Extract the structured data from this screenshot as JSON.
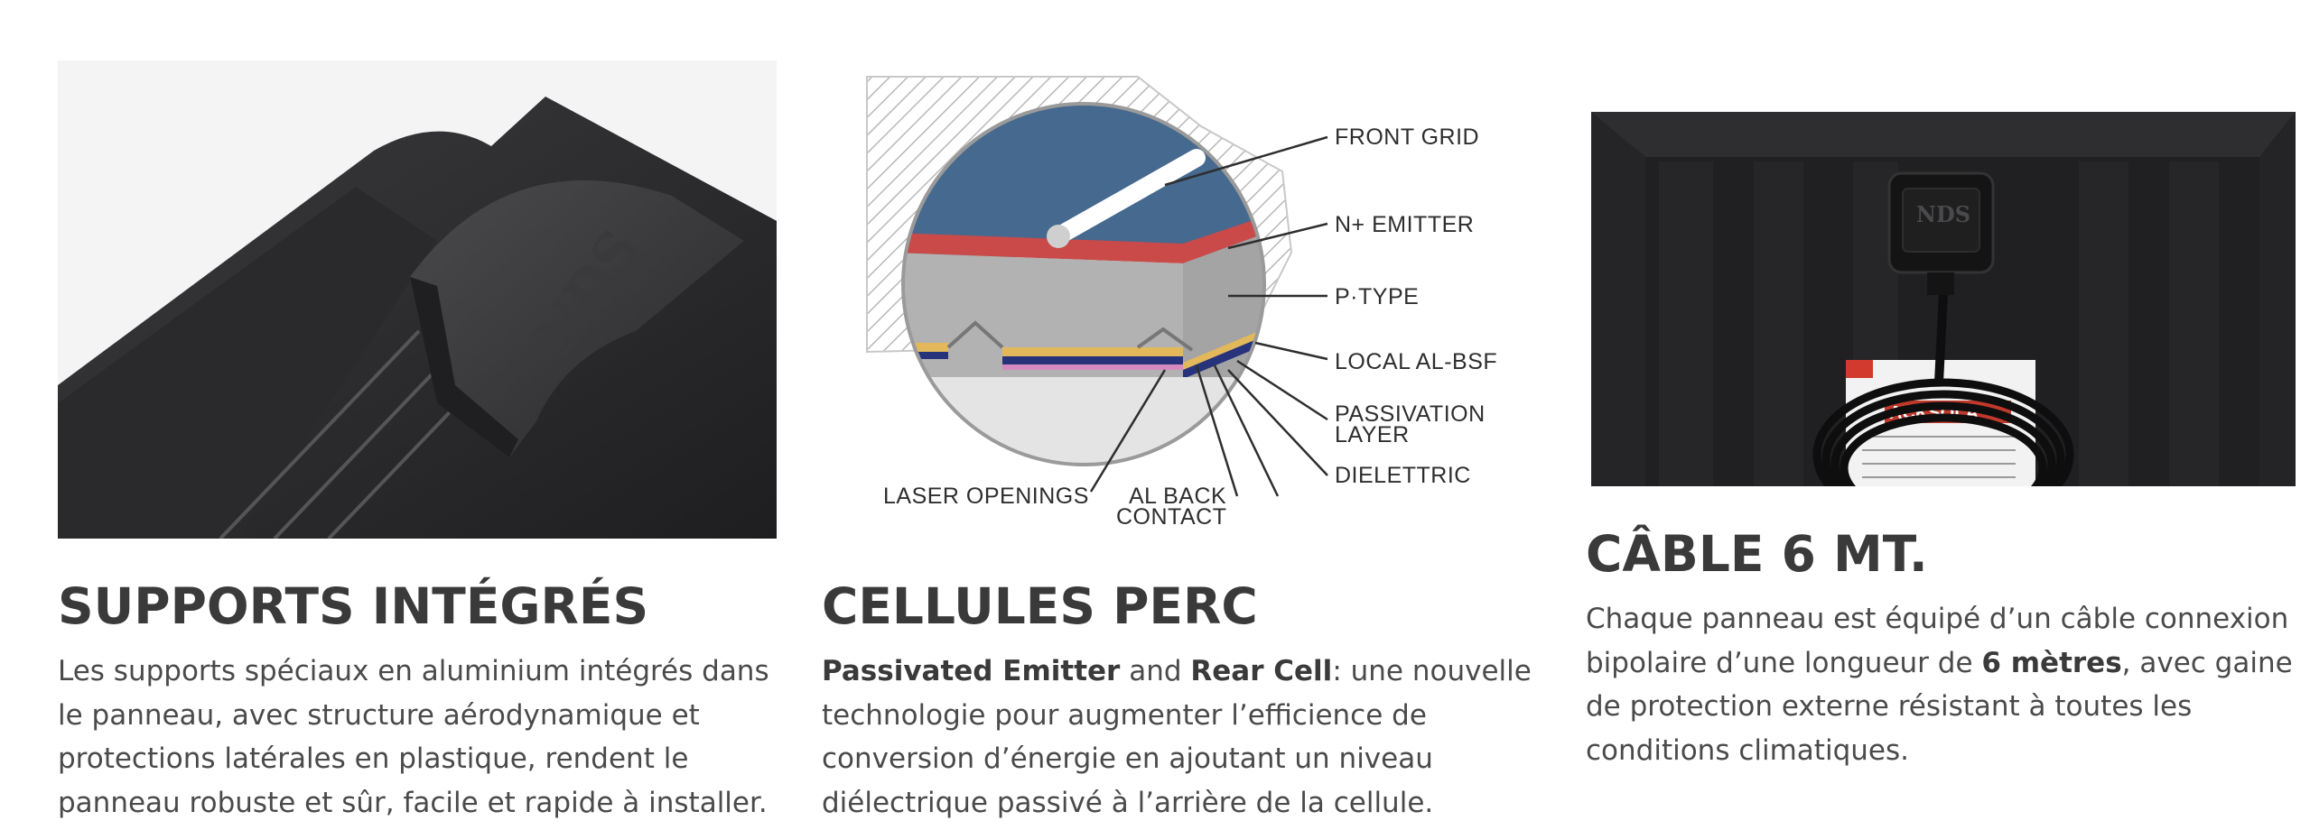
{
  "features": [
    {
      "title": "SUPPORTS INTÉGRÉS",
      "description": "Les supports spéciaux en aluminium intégrés dans le panneau, avec structure aérodynamique et protections latérales en plastique, rendent le panneau robuste et sûr, facile et rapide à installer.",
      "image_logo": "NDS"
    },
    {
      "title": "CELLULES PERC",
      "desc_bold_1": "Passivated Emitter",
      "desc_mid": " and ",
      "desc_bold_2": "Rear Cell",
      "desc_rest": ": une nouvelle technologie pour augmenter l’efficience de conversion d’énergie en ajoutant un niveau diélectrique passivé à l’arrière de la cellule.",
      "diagram_labels": {
        "front_grid": "FRONT GRID",
        "n_emitter": "N+ EMITTER",
        "p_type": "P·TYPE",
        "local_al_bsf": "LOCAL AL-BSF",
        "passivation_1": "PASSIVATION",
        "passivation_2": "LAYER",
        "dielettric": "DIELETTRIC",
        "laser_openings": "LASER OPENINGS",
        "al_back_1": "AL BACK",
        "al_back_2": "CONTACT"
      }
    },
    {
      "title": "CÂBLE 6 MT.",
      "desc_pre": "Chaque panneau est équipé d’un câble connexion bipolaire d’une longueur de ",
      "desc_bold": "6 mètres",
      "desc_post": ", avec gaine de protection externe résistant à toutes les conditions climatiques.",
      "junction_box_logo": "NDS",
      "label_brand": "ACKSOLA"
    }
  ],
  "colors": {
    "title": "#3a3a3a",
    "text": "#4a4a4a",
    "diagram_blue": "#46698f",
    "diagram_red": "#c94a48",
    "diagram_gray": "#b2b2b2",
    "diagram_yellow": "#e2b85a",
    "diagram_navy": "#27337a",
    "diagram_pink": "#d68bc0"
  }
}
